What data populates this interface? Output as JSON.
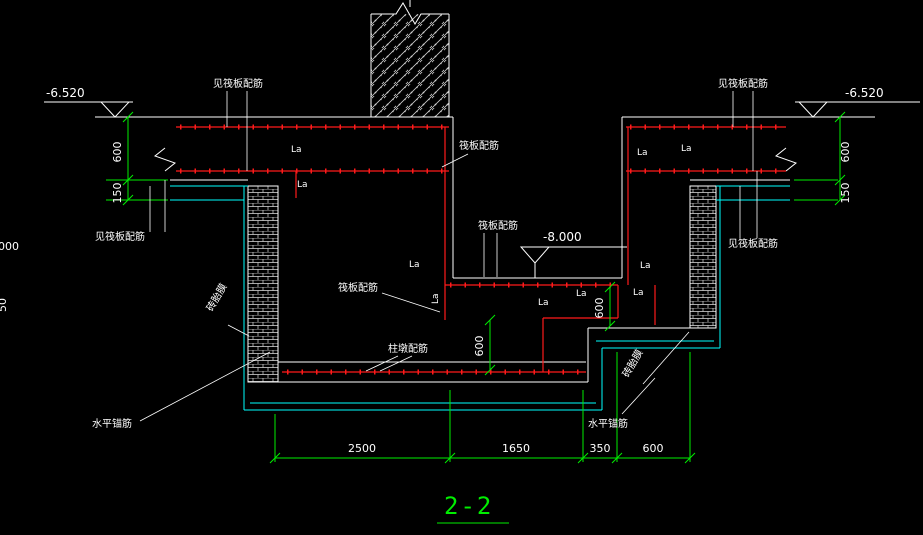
{
  "drawing": {
    "title": "2-2"
  },
  "elevations": {
    "top_left": "-6.520",
    "top_right": "-6.520",
    "middle": "-8.000"
  },
  "dims": {
    "left_600": "600",
    "left_150": "150",
    "right_600": "600",
    "right_150": "150",
    "mid_step_600": "600",
    "mid_right_600": "600",
    "bottom": [
      "2500",
      "1650",
      "350",
      "600"
    ]
  },
  "notes": {
    "see_raft": "见筏板配筋",
    "raft": "筏板配筋",
    "pedestal": "柱墩配筋",
    "brick_mold": "砖胎膜",
    "anchor": "水平锚筋",
    "lap": "La"
  },
  "edge_partial": {
    "elevation": "000",
    "dim": "50"
  },
  "colors": {
    "background": "#000000",
    "outline": "#ffffff",
    "rebar": "#ff0000",
    "lining": "#00ffff",
    "dimension": "#00ee00",
    "title": "#00ee00"
  }
}
